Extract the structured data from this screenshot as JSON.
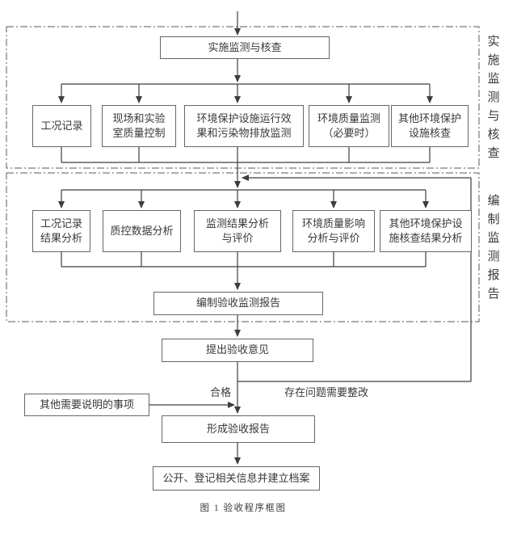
{
  "colors": {
    "line": "#3d3d3d",
    "dashed_border": "#5a5a5a",
    "box_border": "#666666",
    "text": "#383838",
    "background": "#ffffff"
  },
  "flowchart": {
    "caption": "图 1  验收程序框图",
    "section1": {
      "side_label": "实施监测与核查",
      "header_box": "实施监测与核查",
      "boxes": [
        "工况记录",
        "现场和实验\n室质量控制",
        "环境保护设施运行效\n果和污染物排放监测",
        "环境质量监测\n（必要时）",
        "其他环境保护\n设施核查"
      ]
    },
    "section2": {
      "side_label": "编制监测报告",
      "boxes": [
        "工况记录\n结果分析",
        "质控数据分析",
        "监测结果分析\n与评价",
        "环境质量影响\n分析与评价",
        "其他环境保护设\n施核查结果分析"
      ],
      "footer_box": "编制验收监测报告"
    },
    "steps": {
      "opinion": "提出验收意见",
      "other_notes": "其他需要说明的事项",
      "form_report": "形成验收报告",
      "publish_archive": "公开、登记相关信息并建立档案"
    },
    "edge_labels": {
      "pass": "合格",
      "rework": "存在问题需要整改"
    }
  }
}
